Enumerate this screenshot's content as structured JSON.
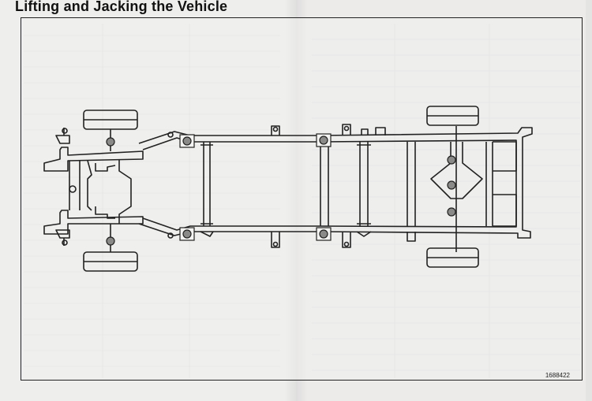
{
  "page": {
    "title": "Lifting and Jacking the Vehicle",
    "figure_id": "1688422"
  },
  "diagram": {
    "subject": "vehicle frame / chassis top view with lift points"
  },
  "colors": {
    "frame_stroke": "#222222",
    "lift_point_fill": "#888888",
    "paper": "#efefed"
  }
}
